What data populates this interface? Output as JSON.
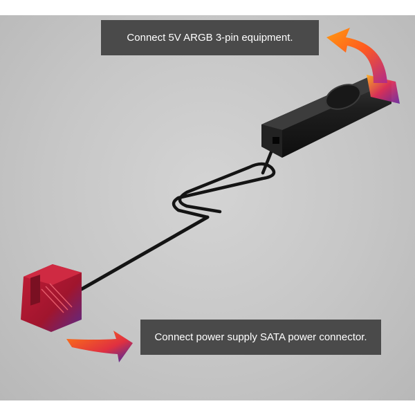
{
  "callouts": {
    "top": "Connect 5V ARGB 3-pin equipment.",
    "bottom": "Connect power supply SATA power connector."
  },
  "colors": {
    "background": "#c6c6c6",
    "caption_bg": "#4a4a4a",
    "caption_text": "#ffffff",
    "device_body": "#1e1e1e",
    "connector_red": "#b01a2e",
    "arrow_start": "#ff7a00",
    "arrow_end": "#3a2aa8"
  },
  "icons": {
    "top_arrow": "curved-arrow-up-left",
    "bottom_arrow": "curved-arrow-right",
    "controller": "argb-controller-hub",
    "sata_plug": "sata-power-connector"
  }
}
